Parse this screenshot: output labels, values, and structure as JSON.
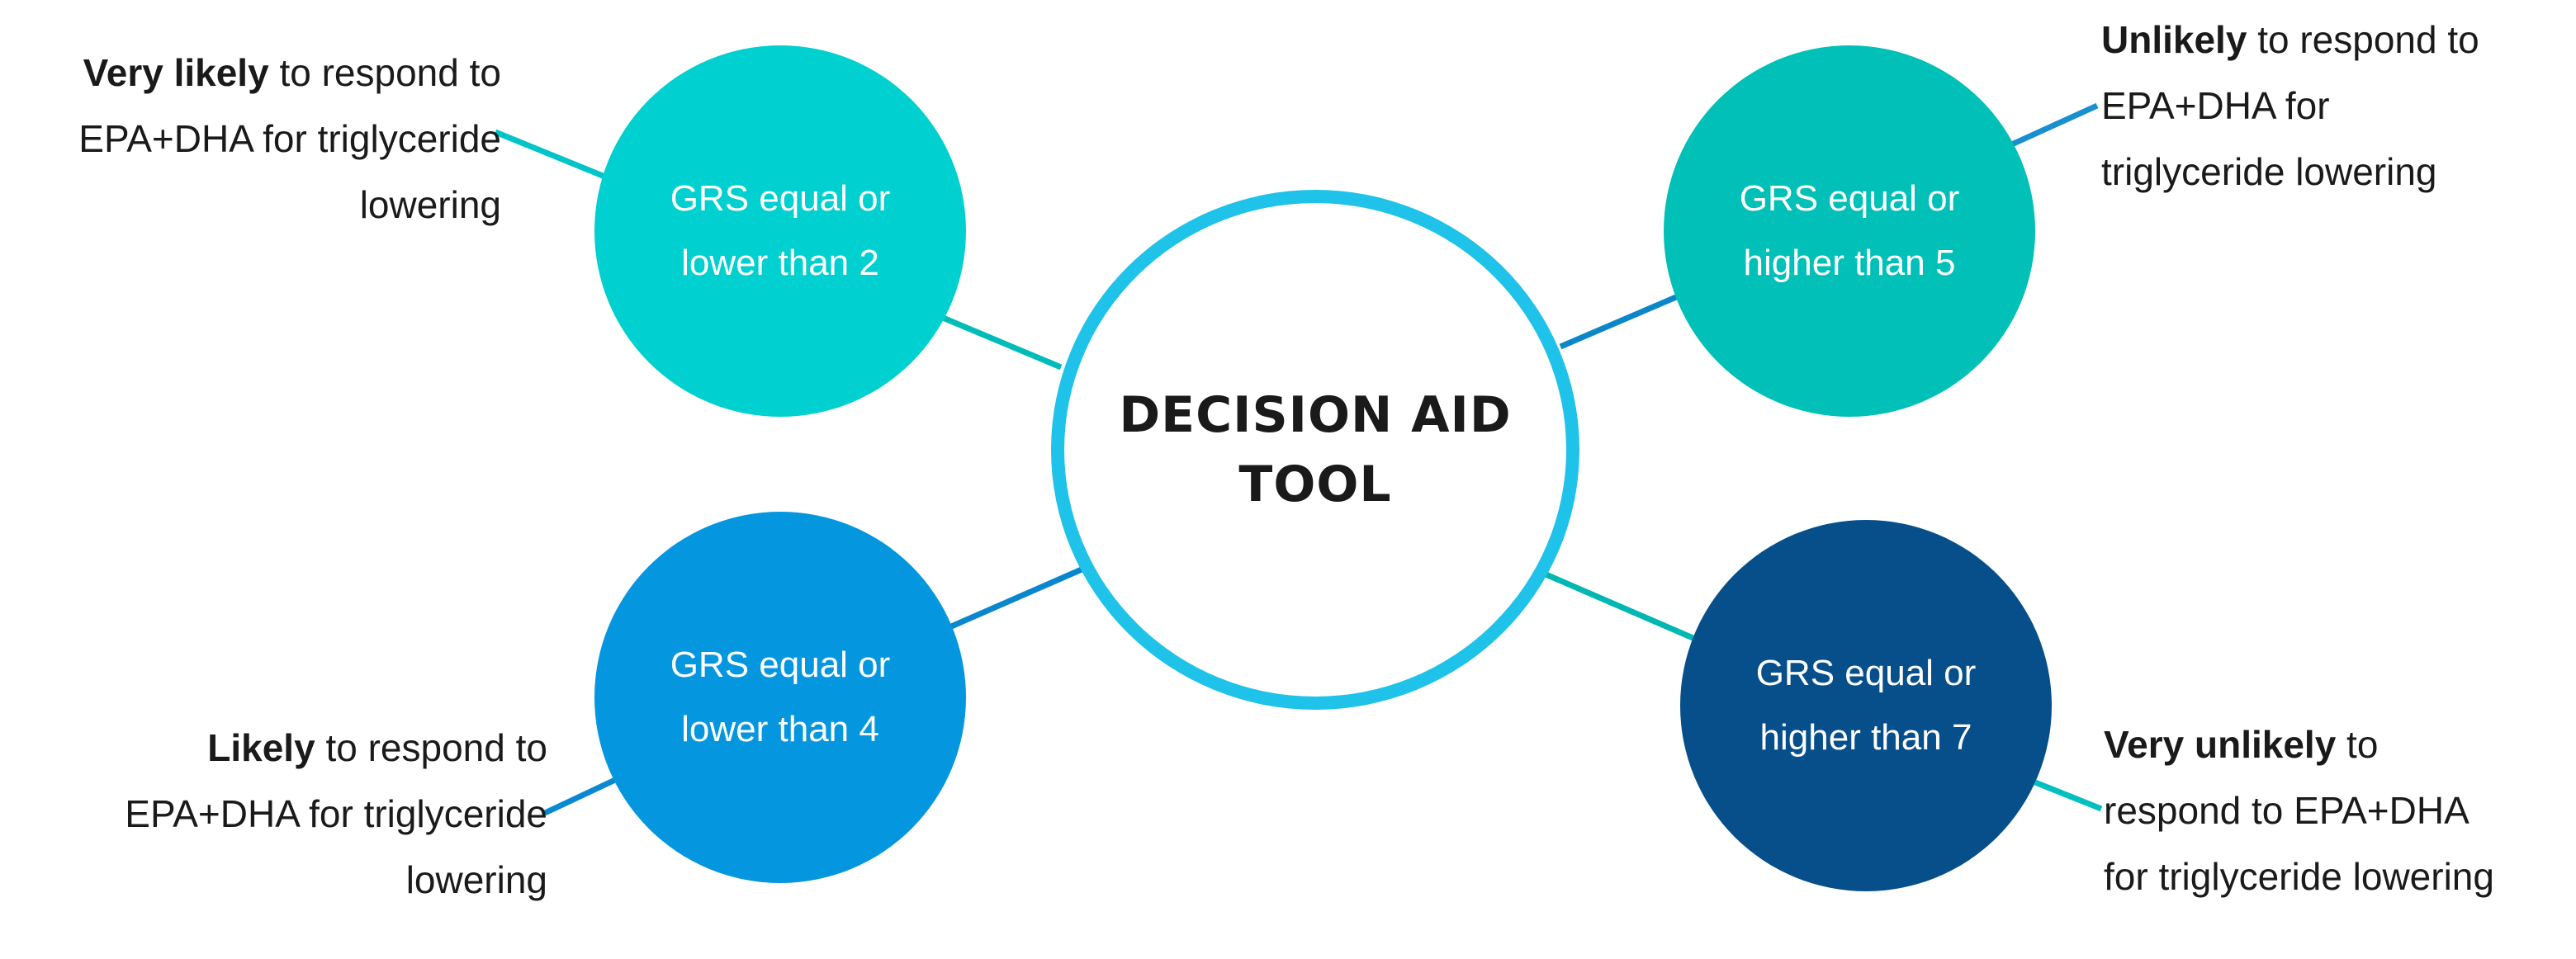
{
  "colors": {
    "top_left": "#00d0cf",
    "top_right": "#00c0b7",
    "bottom_left": "#0496de",
    "bottom_right": "#064f8b",
    "center_border": "#1fc2e8",
    "text_dark": "#1a1a1a"
  },
  "center": {
    "line1": "DECISION AID",
    "line2": "TOOL"
  },
  "nodes": {
    "top_left": {
      "line1": "GRS equal or",
      "line2": "lower than 2"
    },
    "top_right": {
      "line1": "GRS equal or",
      "line2": "higher than 5"
    },
    "bottom_left": {
      "line1": "GRS equal or",
      "line2": "lower than 4"
    },
    "bottom_right": {
      "line1": "GRS equal or",
      "line2": "higher than 7"
    }
  },
  "captions": {
    "top_left": {
      "bold": "Very likely",
      "rest": " to respond to",
      "line2": "EPA+DHA for triglyceride",
      "line3": "lowering"
    },
    "top_right": {
      "bold": "Unlikely",
      "rest": " to respond to",
      "line2": "EPA+DHA for",
      "line3": "triglyceride lowering"
    },
    "bottom_left": {
      "bold": "Likely",
      "rest": " to respond to",
      "line2": "EPA+DHA for triglyceride",
      "line3": "lowering"
    },
    "bottom_right": {
      "bold": "Very unlikely",
      "rest": " to",
      "line2": "respond to EPA+DHA",
      "line3": "for triglyceride lowering"
    }
  }
}
